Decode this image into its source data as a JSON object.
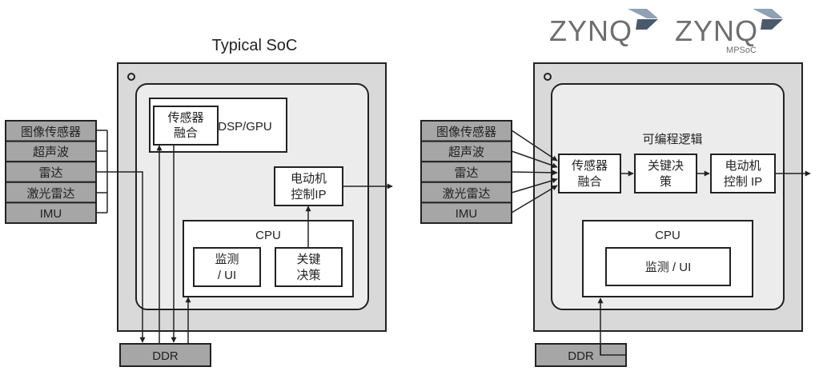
{
  "left": {
    "title": "Typical SoC",
    "sensors": [
      "图像传感器",
      "超声波",
      "雷达",
      "激光雷达",
      "IMU"
    ],
    "fusion_line1": "传感器",
    "fusion_line2": "融合",
    "dsp_label": "DSP/GPU",
    "motor_line1": "电动机",
    "motor_line2": "控制IP",
    "cpu_label": "CPU",
    "monitor_line1": "监测",
    "monitor_line2": "/ UI",
    "decision_line1": "关键",
    "decision_line2": "决策",
    "ddr_label": "DDR"
  },
  "right": {
    "logo1": "ZYNQ",
    "logo2": "ZYNQ",
    "logo2_sub": "MPSoC",
    "sensors": [
      "图像传感器",
      "超声波",
      "雷达",
      "激光雷达",
      "IMU"
    ],
    "pl_label": "可编程逻辑",
    "fusion_line1": "传感器",
    "fusion_line2": "融合",
    "decision_line1": "关键决",
    "decision_line2": "策",
    "motor_line1": "电动机",
    "motor_line2": "控制 IP",
    "cpu_label": "CPU",
    "monitor_label": "监测 / UI",
    "ddr_label": "DDR"
  },
  "colors": {
    "chip_fill": "#d9d9d9",
    "inner_fill": "#ececec",
    "sensor_fill": "#a6a6a6",
    "ddr_fill": "#a6a6a6",
    "line": "#222222",
    "logo_gray": "#6d6e71",
    "logo_blue": "#8fa1b3",
    "logo_dark": "#4b5a6a"
  }
}
